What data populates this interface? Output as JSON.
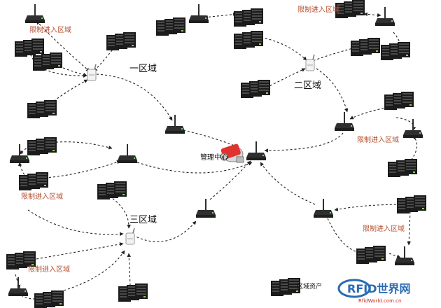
{
  "labels": {
    "zone1": "一区域",
    "zone2": "二区域",
    "zone3": "三区域",
    "center": "管理中心",
    "restricted_a": "限制进入区域",
    "restricted_b": "限制进入区域",
    "restricted_c": "限制进入区域",
    "restricted_d": "限制进入区域",
    "restricted_e": "限制进入区域",
    "legend_assets": "区域资产",
    "logo_main": "RFID世界网",
    "logo_url": "RfidWorld.com.cn"
  },
  "colors": {
    "zone_text": "#111111",
    "restricted_text": "#b5502f",
    "line": "#222222",
    "server": "#1b1b1b",
    "reader": "#333333",
    "logo_blue": "#2a6bb3",
    "logo_red": "#c81e1e"
  },
  "icons": {
    "server": "server-rack-icon",
    "reader": "rfid-reader-icon",
    "router": "wireless-router-icon",
    "center": "management-center-icon"
  }
}
